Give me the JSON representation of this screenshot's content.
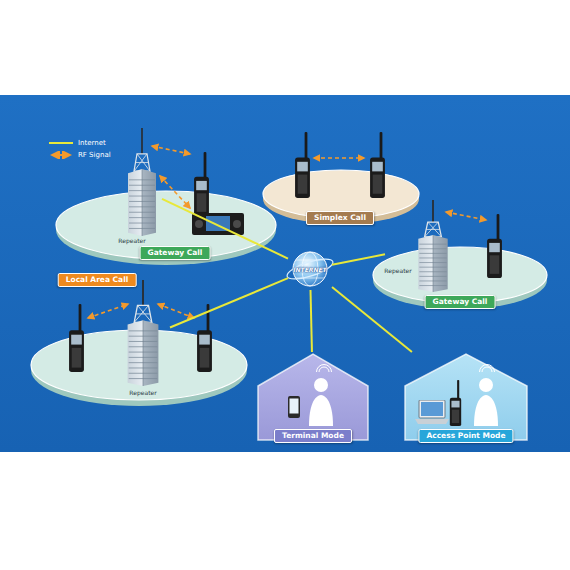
{
  "diagram": {
    "nodes": [
      {
        "text": [
          "Gateway Call"
        ]
      },
      {
        "text": [
          "Repeater"
        ],
        "in": 0
      },
      {
        "text": [
          "Simplex Call"
        ]
      },
      {
        "text": [
          "Gateway Call"
        ]
      },
      {
        "text": [
          "Repeater"
        ],
        "in": 3
      },
      {
        "text": [
          "Local Area Call"
        ]
      },
      {
        "text": [
          "Repeater"
        ],
        "in": 5
      },
      {
        "text": [
          "INTERNET"
        ]
      },
      {
        "text": [
          "Terminal Mode"
        ]
      },
      {
        "text": [
          "Access Point Mode"
        ]
      }
    ],
    "edges": [
      {
        "from": 1,
        "to": 7,
        "arrow": "none"
      },
      {
        "from": 4,
        "to": 7,
        "arrow": "none"
      },
      {
        "from": 6,
        "to": 7,
        "arrow": "none"
      },
      {
        "from": 7,
        "to": 8,
        "arrow": "none"
      },
      {
        "from": 7,
        "to": 9,
        "arrow": "none"
      }
    ],
    "legend": [
      {
        "text": "Internet"
      },
      {
        "text": "RF Signal"
      }
    ]
  }
}
